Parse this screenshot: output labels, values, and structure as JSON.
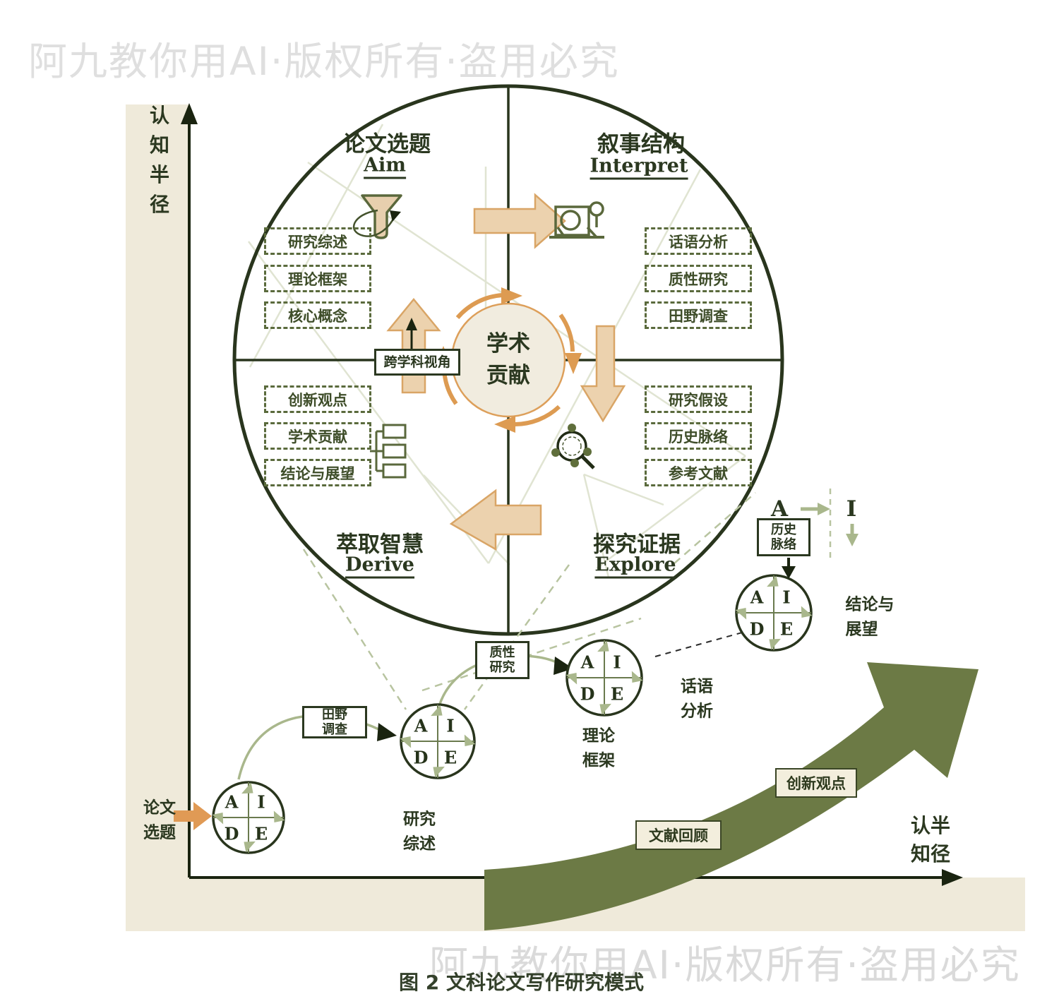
{
  "watermark": {
    "text": "阿九教你用AI·版权所有·盗用必究"
  },
  "caption": "图 2 文科论文写作研究模式",
  "axes": {
    "y_label": [
      "认",
      "知",
      "半",
      "径"
    ],
    "x_label": [
      "认半",
      "知径"
    ]
  },
  "center": {
    "lines": [
      "学术",
      "贡献"
    ]
  },
  "cross_label": "跨学科视角",
  "quadrants": {
    "aim": {
      "title": "论文选题",
      "subtitle": "Aim",
      "items": [
        "研究综述",
        "理论框架",
        "核心概念"
      ]
    },
    "interpret": {
      "title": "叙事结构",
      "subtitle": "Interpret",
      "items": [
        "话语分析",
        "质性研究",
        "田野调查"
      ]
    },
    "derive": {
      "title": "萃取智慧",
      "subtitle": "Derive",
      "items": [
        "创新观点",
        "学术贡献",
        "结论与展望"
      ]
    },
    "explore": {
      "title": "探究证据",
      "subtitle": "Explore",
      "items": [
        "研究假设",
        "历史脉络",
        "参考文献"
      ]
    }
  },
  "aide": {
    "a": "A",
    "i": "I",
    "d": "D",
    "e": "E"
  },
  "path": {
    "start": [
      "论文",
      "选题"
    ],
    "box1": [
      "田野",
      "调查"
    ],
    "label1": [
      "研究",
      "综述"
    ],
    "box2": [
      "质性",
      "研究"
    ],
    "label2": [
      "理论",
      "框架"
    ],
    "label3": [
      "话语",
      "分析"
    ],
    "box3": [
      "历史",
      "脉络"
    ],
    "label4": [
      "结论与",
      "展望"
    ],
    "mini_a": "A",
    "mini_i": "I"
  },
  "swoosh_labels": {
    "l1": "文献回顾",
    "l2": "创新观点"
  },
  "colors": {
    "dark_green": "#2b3820",
    "olive": "#6c7a45",
    "orange": "#e09a55",
    "tan": "#ecd2ae",
    "beige": "#efeada",
    "sage": "#a9b78c"
  }
}
